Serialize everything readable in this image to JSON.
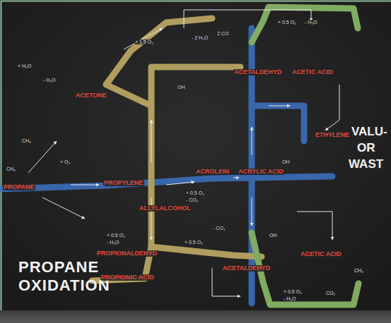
{
  "diagram": {
    "title": "PROPANE OXIDATION",
    "labels": [
      "PROPANE",
      "PROPYLENE",
      "ACETONE",
      "ACETALDEHYD",
      "ACETIC ACID",
      "ETHYLENE",
      "ACROLEIN",
      "ACRYLIC ACID",
      "ALLYLALCOHOL",
      "PROPIONALDEHYD",
      "PROPIONIC ACID",
      "ACETALDEHYD",
      "ACETIC ACID",
      "VALU-",
      "OR",
      "WAST",
      "CH₃",
      "CH₃",
      "+ O₂",
      "+ H₂O",
      "- H₂O",
      "+ 1.5 O₂",
      "- 2 H₂O",
      "2 CO",
      "+ 0.5 O₂",
      "- H₂O",
      "OH",
      "+ 0.5 O₂",
      "- CO₂",
      "+ 0.5 O₂",
      "- H₂O",
      "OH",
      "+ 0.5 O₂",
      "- CO₂",
      "OH",
      "+ 0.5 O₂",
      "- H₂O",
      "CO₂",
      "CH₃"
    ]
  }
}
